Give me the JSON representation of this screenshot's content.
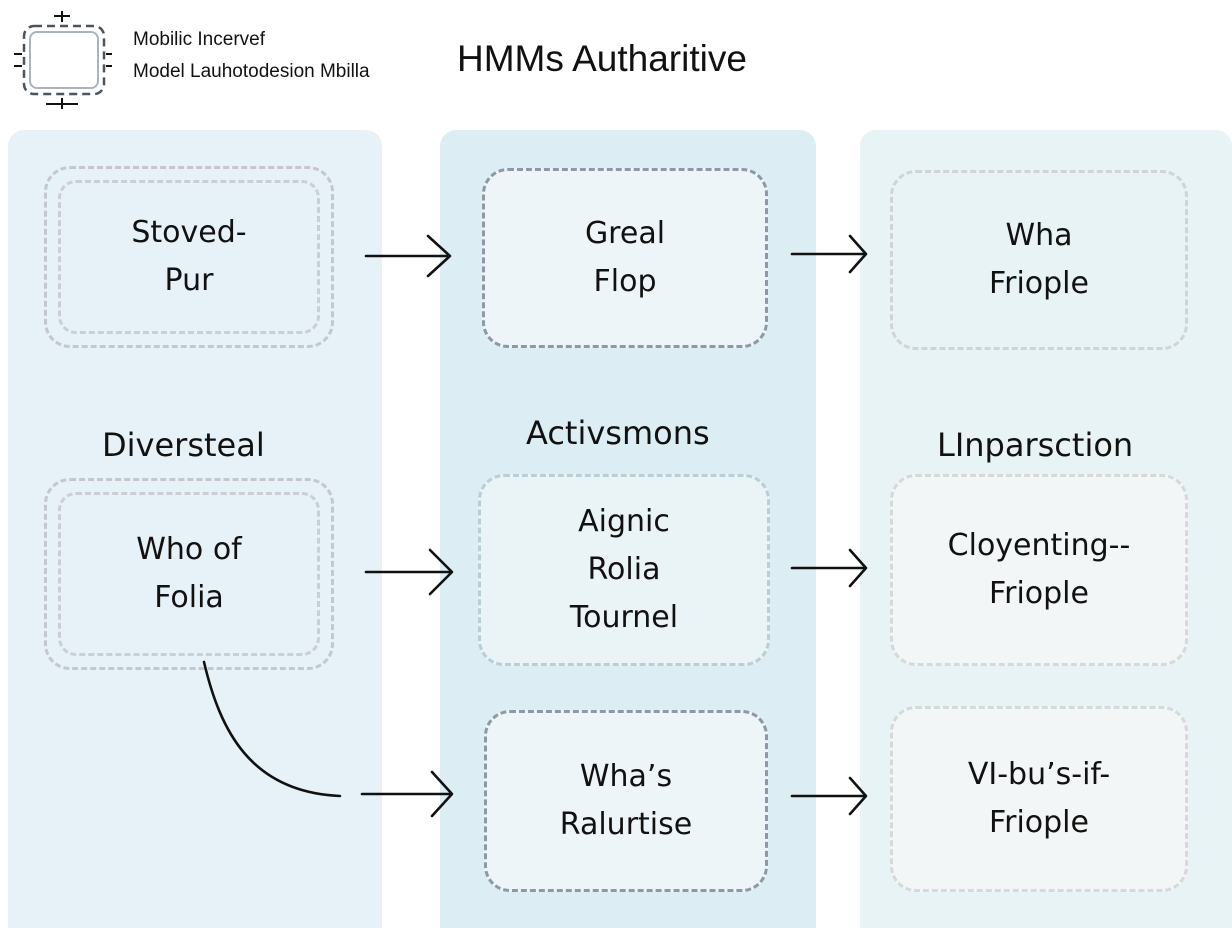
{
  "legend": {
    "line1": "Mobilic Incervef",
    "line2": "Model Lauhotodesion Mbilla"
  },
  "title": "HMMs  Autharitive",
  "sections": {
    "left": "Diversteal",
    "middle": "Activsmons",
    "right": "LInparsction"
  },
  "nodes": {
    "stoved": [
      "Stoved-",
      "Pur"
    ],
    "whoof": [
      "Who of",
      "Folia"
    ],
    "great": [
      "Greal",
      "Flop"
    ],
    "aignic": [
      "Aignic",
      "Rolia",
      "Tournel"
    ],
    "whas": [
      "Wha’s",
      "Ralurtise"
    ],
    "wha": [
      "Wha",
      "Friople"
    ],
    "cloyenting": [
      "Cloyenting--",
      "Friople"
    ],
    "vibus": [
      "VI-bu’s-if-",
      "Friople"
    ]
  },
  "colors": {
    "panel_left": "#e7f2f8",
    "panel_middle": "#dcedf3",
    "panel_right": "#e8f3f6",
    "accent_red": "#d9585f",
    "border_blue": "#8c99a8"
  }
}
